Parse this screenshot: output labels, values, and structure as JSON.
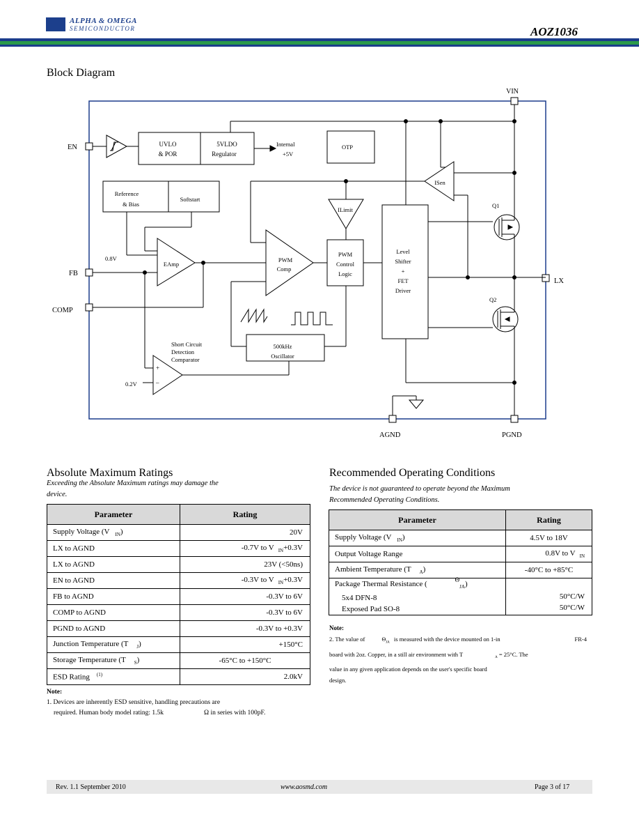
{
  "header": {
    "company_line1": "ALPHA & OMEGA",
    "company_line2": "SEMICONDUCTOR",
    "part_number": "AOZ1036"
  },
  "block_diagram": {
    "title": "Block Diagram",
    "pins": {
      "vin": "VIN",
      "en": "EN",
      "fb": "FB",
      "comp": "COMP",
      "lx": "LX",
      "agnd": "AGND",
      "pgnd": "PGND"
    },
    "blocks": {
      "uvlo_line1": "UVLO",
      "uvlo_line2": "& POR",
      "ldo_line1": "5VLDO",
      "ldo_line2": "Regulator",
      "internal_line1": "Internal",
      "internal_line2": "+5V",
      "otp": "OTP",
      "ref_line1": "Reference",
      "ref_line2": "& Bias",
      "softstart": "Softstart",
      "isen": "ISen",
      "ilimit": "ILimit",
      "eamp": "EAmp",
      "pwm_comp_line1": "PWM",
      "pwm_comp_line2": "Comp",
      "pwm_logic_line1": "PWM",
      "pwm_logic_line2": "Control",
      "pwm_logic_line3": "Logic",
      "driver_line1": "Level",
      "driver_line2": "Shifter",
      "driver_line3": "+",
      "driver_line4": "FET",
      "driver_line5": "Driver",
      "q1": "Q1",
      "q2": "Q2",
      "v08": "0.8V",
      "v02": "0.2V",
      "osc_line1": "500kHz",
      "osc_line2": "Oscillator",
      "sc_line1": "Short Circuit",
      "sc_line2": "Detection",
      "sc_line3": "Comparator",
      "plus": "+",
      "minus": "–"
    }
  },
  "abs_max": {
    "title": "Absolute Maximum Ratings",
    "subtitle_line1": "Exceeding the Absolute Maximum ratings may damage the",
    "subtitle_line2": "device.",
    "col_parameter": "Parameter",
    "col_rating": "Rating",
    "rows": [
      {
        "param": "Supply Voltage (V",
        "sub": "IN",
        "tail": ")",
        "rating": "20V"
      },
      {
        "param": "LX to AGND",
        "rating": "-0.7V to V",
        "rsub": "IN",
        "rtail": "+0.3V"
      },
      {
        "param": "LX to AGND",
        "rating": "23V (<50ns)"
      },
      {
        "param": "EN to AGND",
        "rating": "-0.3V to V",
        "rsub": "IN",
        "rtail": "+0.3V"
      },
      {
        "param": "FB to AGND",
        "rating": "-0.3V to 6V"
      },
      {
        "param": "COMP to AGND",
        "rating": "-0.3V to 6V"
      },
      {
        "param": "PGND to AGND",
        "rating": "-0.3V to +0.3V"
      },
      {
        "param": "Junction Temperature (T",
        "sub": "J",
        "tail": ")",
        "rating": "+150°C"
      },
      {
        "param": "Storage Temperature (T",
        "sub": "S",
        "tail": ")",
        "rating": "-65°C to +150°C"
      },
      {
        "param": "ESD Rating",
        "sup": "(1)",
        "rating": "2.0kV"
      }
    ],
    "note_title": "Note:",
    "note_line1": "1. Devices are inherently ESD sensitive, handling precautions are",
    "note_line2": "required. Human body model rating: 1.5k",
    "note_line2b": "Ω in series with 100pF."
  },
  "rec_op": {
    "title": "Recommended Operating Conditions",
    "subtitle_line1": "The device is not guaranteed to operate beyond the Maximum",
    "subtitle_line2": "Recommended Operating Conditions.",
    "col_parameter": "Parameter",
    "col_rating": "Rating",
    "rows": [
      {
        "param": "Supply Voltage (V",
        "sub": "IN",
        "tail": ")",
        "rating": "4.5V to 18V"
      },
      {
        "param": "Output Voltage Range",
        "rating": "0.8V to V",
        "rsub": "IN"
      },
      {
        "param": "Ambient Temperature (T",
        "sub": "A",
        "tail": ")",
        "rating": "-40°C to +85°C"
      }
    ],
    "thermal_param": "Package Thermal Resistance (",
    "thermal_symbol": "Θ",
    "thermal_sub": "JA",
    "thermal_tail": ")",
    "thermal_pkg1": "5x4 DFN-8",
    "thermal_val1": "50°C/W",
    "thermal_pkg2": "Exposed Pad SO-8",
    "thermal_val2": "50°C/W",
    "note_title": "Note:",
    "note_line1a": "2. The value of",
    "note_line1b": "Θ",
    "note_line1c": "JA",
    "note_line1d": "is measured with the device mounted on 1-in",
    "note_line1e": "FR-4",
    "note_line2a": "board with 2oz. Copper, in a still air environment with T",
    "note_line2b": "A",
    "note_line2c": "= 25°C. The",
    "note_line3": "value in any given application depends on the user's specific board",
    "note_line4": "design."
  },
  "footer": {
    "rev": "Rev. 1.1 September 2010",
    "url": "www.aosmd.com",
    "page": "Page 3 of 17"
  }
}
